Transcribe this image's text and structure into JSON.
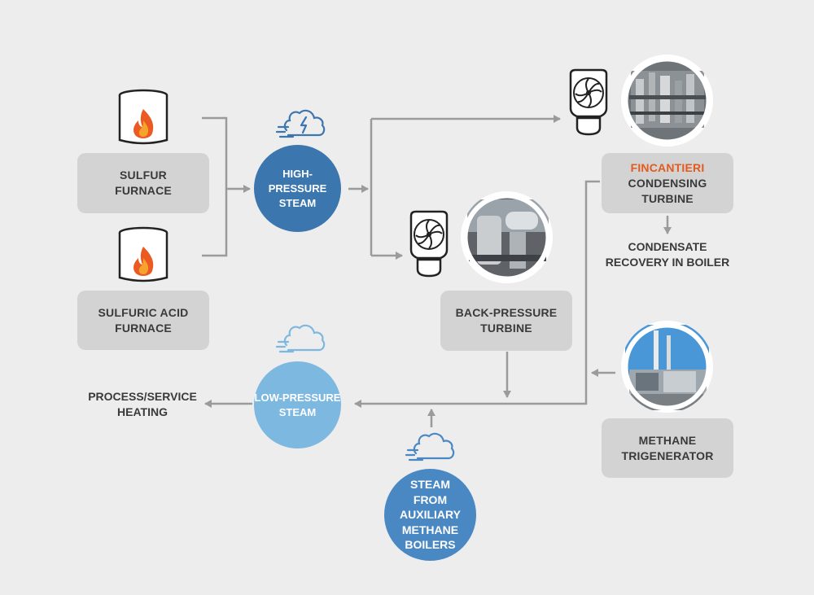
{
  "nodes": {
    "sulfur_furnace": [
      "SULFUR",
      "FURNACE"
    ],
    "sulfuric_acid_furnace": [
      "SULFURIC ACID",
      "FURNACE"
    ],
    "high_pressure_steam": [
      "HIGH-PRESSURE",
      "STEAM"
    ],
    "condensing_turbine": {
      "brand": "FINCANTIERI",
      "lines": [
        "CONDENSING",
        "TURBINE"
      ]
    },
    "back_pressure_turbine": [
      "BACK-PRESSURE",
      "TURBINE"
    ],
    "condensate_recovery": [
      "CONDENSATE",
      "RECOVERY IN BOILER"
    ],
    "methane_trigenerator": [
      "METHANE",
      "TRIGENERATOR"
    ],
    "low_pressure_steam": [
      "LOW-PRESSURE",
      "STEAM"
    ],
    "process_heating": [
      "PROCESS/SERVICE",
      "HEATING"
    ],
    "auxiliary_steam": [
      "STEAM",
      "FROM",
      "AUXILIARY",
      "METHANE",
      "BOILERS"
    ]
  },
  "colors": {
    "background": "#ededee",
    "box": "#d3d3d4",
    "text": "#3a3a3a",
    "brand_accent": "#e35a1d",
    "high_pressure": "#3c76ae",
    "low_pressure": "#7db8e0",
    "auxiliary": "#4a88c4",
    "connector": "#9b9b9b"
  },
  "icons": {
    "furnace": "fire-barrel-icon",
    "turbine": "turbine-fan-icon",
    "steam_hp": "steam-cloud-lightning-icon",
    "steam_lp": "steam-cloud-icon"
  }
}
